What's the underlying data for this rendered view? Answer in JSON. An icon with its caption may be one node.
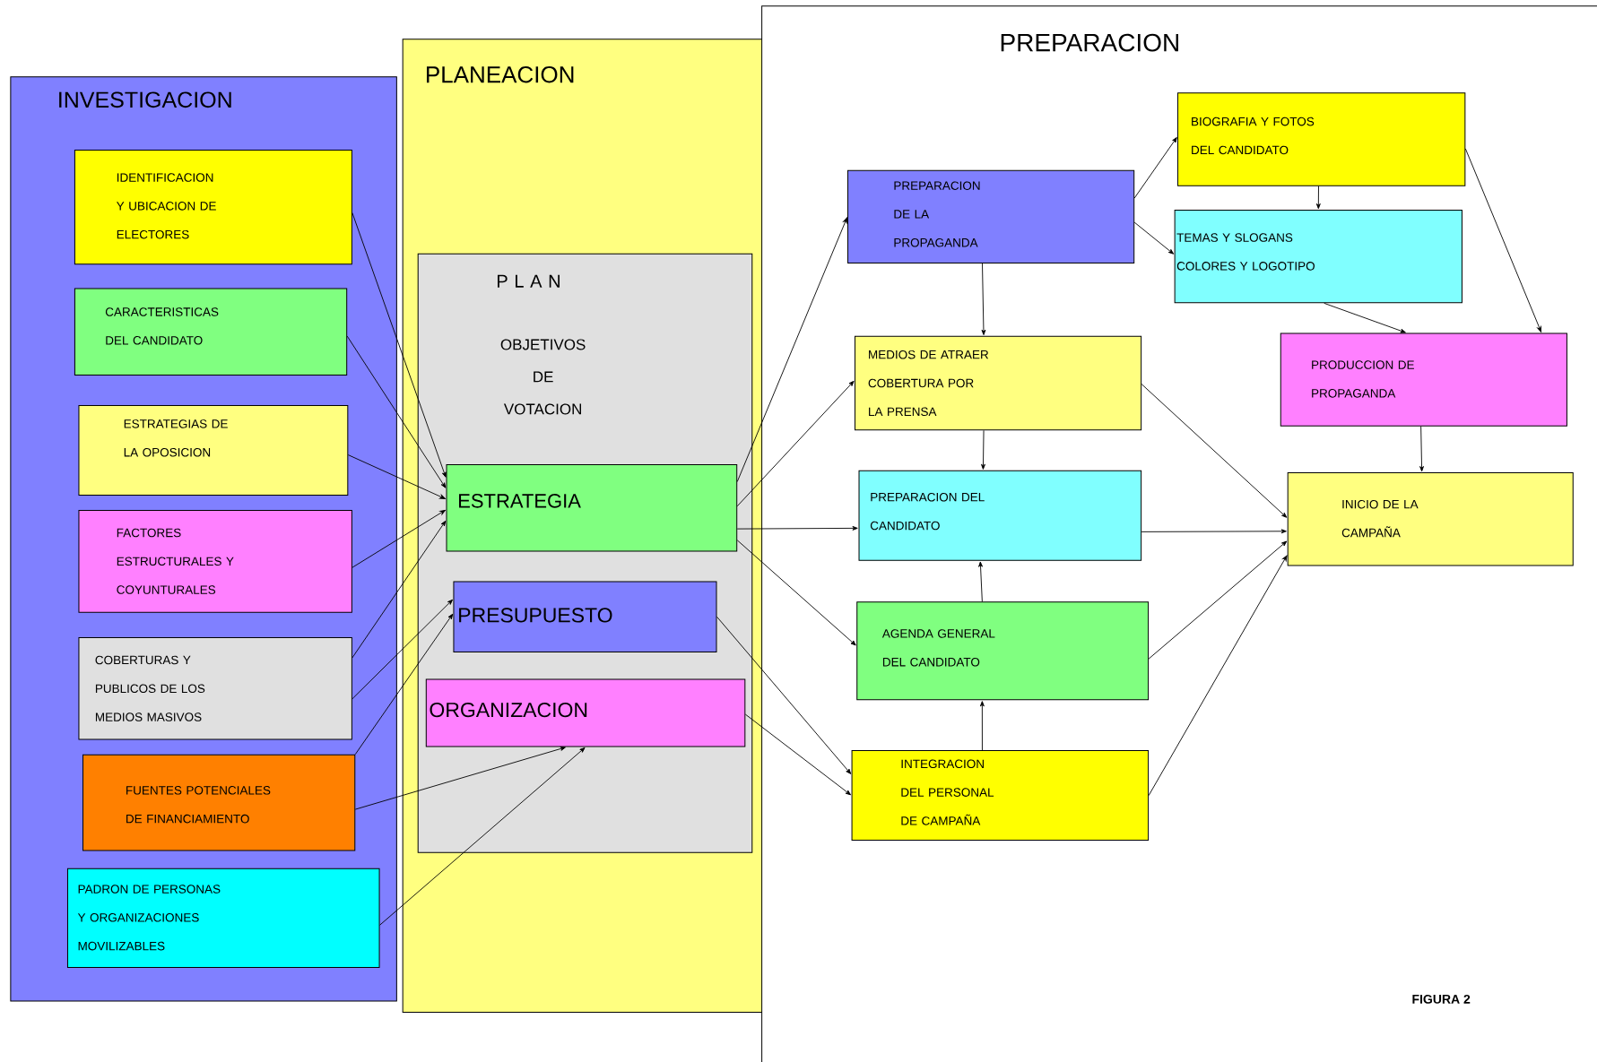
{
  "diagram": {
    "nodes": [
      {
        "text": [
          "INVESTIGACION"
        ]
      },
      {
        "text": [
          "IDENTIFICACION Y UBICACION DE ELECTORES"
        ],
        "in": 0
      },
      {
        "text": [
          "CARACTERISTICAS DEL CANDIDATO"
        ],
        "in": 0
      },
      {
        "text": [
          "ESTRATEGIAS DE LA OPOSICION"
        ],
        "in": 0
      },
      {
        "text": [
          "FACTORES ESTRUCTURALES Y COYUNTURALES"
        ],
        "in": 0
      },
      {
        "text": [
          "COBERTURAS Y PUBLICOS DE LOS MEDIOS MASIVOS"
        ],
        "in": 0
      },
      {
        "text": [
          "FUENTES POTENCIALES DE FINANCIAMIENTO"
        ],
        "in": 0
      },
      {
        "text": [
          "PADRON DE PERSONAS Y ORGANIZACIONES MOVILIZABLES"
        ],
        "in": 0
      },
      {
        "text": [
          "PLANEACION"
        ]
      },
      {
        "text": [
          "P L A N",
          "OBJETIVOS DE VOTACION"
        ],
        "in": 8
      },
      {
        "text": [
          "ESTRATEGIA"
        ],
        "in": 9
      },
      {
        "text": [
          "PRESUPUESTO"
        ],
        "in": 9
      },
      {
        "text": [
          "ORGANIZACION"
        ],
        "in": 9
      },
      {
        "text": [
          "PREPARACION"
        ]
      },
      {
        "text": [
          "PREPARACION DE LA PROPAGANDA"
        ],
        "in": 13
      },
      {
        "text": [
          "BIOGRAFIA Y FOTOS DEL CANDIDATO"
        ],
        "in": 13
      },
      {
        "text": [
          "TEMAS Y SLOGANS COLORES Y LOGOTIPO"
        ],
        "in": 13
      },
      {
        "text": [
          "MEDIOS DE ATRAER COBERTURA POR LA PRENSA"
        ],
        "in": 13
      },
      {
        "text": [
          "PRODUCCION DE PROPAGANDA"
        ],
        "in": 13
      },
      {
        "text": [
          "PREPARACION DEL CANDIDATO"
        ],
        "in": 13
      },
      {
        "text": [
          "INICIO DE LA CAMPAÑA"
        ],
        "in": 13
      },
      {
        "text": [
          "AGENDA GENERAL DEL CANDIDATO"
        ],
        "in": 13
      },
      {
        "text": [
          "INTEGRACION DEL PERSONAL DE CAMPAÑA"
        ],
        "in": 13
      }
    ],
    "edges": [
      {
        "from": 1,
        "to": 10,
        "arrow": "to"
      },
      {
        "from": 2,
        "to": 10,
        "arrow": "to"
      },
      {
        "from": 3,
        "to": 10,
        "arrow": "to"
      },
      {
        "from": 4,
        "to": 10,
        "arrow": "to"
      },
      {
        "from": 5,
        "to": 10,
        "arrow": "to"
      },
      {
        "from": 5,
        "to": 11,
        "arrow": "to"
      },
      {
        "from": 6,
        "to": 11,
        "arrow": "to"
      },
      {
        "from": 6,
        "to": 12,
        "arrow": "to"
      },
      {
        "from": 7,
        "to": 12,
        "arrow": "to"
      },
      {
        "from": 10,
        "to": 14,
        "arrow": "to"
      },
      {
        "from": 10,
        "to": 17,
        "arrow": "to"
      },
      {
        "from": 10,
        "to": 19,
        "arrow": "to"
      },
      {
        "from": 10,
        "to": 21,
        "arrow": "to"
      },
      {
        "from": 11,
        "to": 22,
        "arrow": "to"
      },
      {
        "from": 12,
        "to": 22,
        "arrow": "to"
      },
      {
        "from": 14,
        "to": 15,
        "arrow": "to"
      },
      {
        "from": 14,
        "to": 16,
        "arrow": "to"
      },
      {
        "from": 14,
        "to": 17,
        "arrow": "to"
      },
      {
        "from": 15,
        "to": 16,
        "arrow": "to"
      },
      {
        "from": 15,
        "to": 18,
        "arrow": "to"
      },
      {
        "from": 16,
        "to": 18,
        "arrow": "to"
      },
      {
        "from": 17,
        "to": 19,
        "arrow": "to"
      },
      {
        "from": 17,
        "to": 20,
        "arrow": "to"
      },
      {
        "from": 19,
        "to": 20,
        "arrow": "to"
      },
      {
        "from": 21,
        "to": 19,
        "arrow": "to"
      },
      {
        "from": 22,
        "to": 21,
        "arrow": "to"
      },
      {
        "from": 21,
        "to": 20,
        "arrow": "to"
      },
      {
        "from": 22,
        "to": 20,
        "arrow": "to"
      },
      {
        "from": 18,
        "to": 20,
        "arrow": "to"
      }
    ],
    "labels": [
      "FIGURA 2"
    ]
  }
}
